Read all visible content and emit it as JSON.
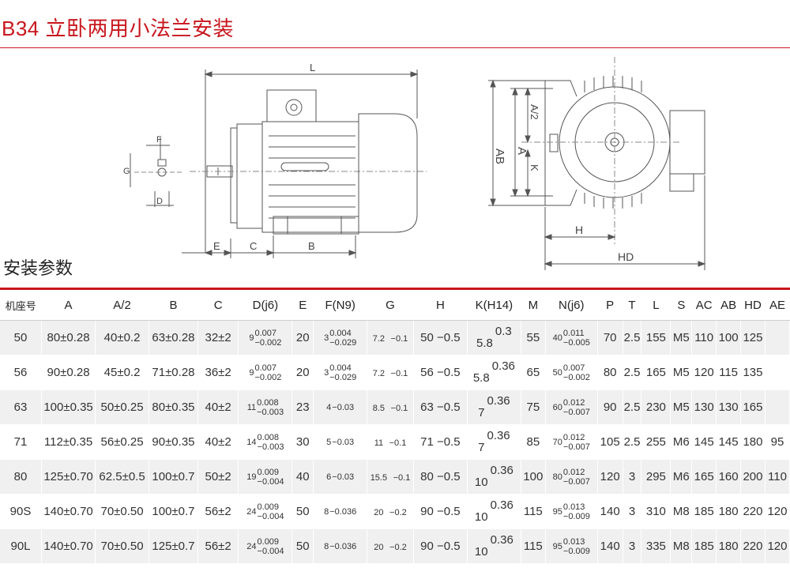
{
  "title": "B34 立卧两用小法兰安装",
  "subtitle": "安装参数",
  "drawing": {
    "left_labels": {
      "L": "L",
      "F": "F",
      "G": "G",
      "D": "D",
      "E": "E",
      "C": "C",
      "B": "B"
    },
    "right_labels": {
      "AB": "AB",
      "A": "A",
      "A2": "A/2",
      "K": "K",
      "H": "H",
      "HD": "HD"
    }
  },
  "table": {
    "headers": [
      "机座号",
      "A",
      "A/2",
      "B",
      "C",
      "D(j6)",
      "E",
      "F(N9)",
      "G",
      "H",
      "K(H14)",
      "M",
      "N(j6)",
      "P",
      "T",
      "L",
      "S",
      "AC",
      "AB",
      "HD",
      "AE"
    ],
    "rows": [
      {
        "frame": "50",
        "A": "80±0.28",
        "A2": "40±0.2",
        "B": "63±0.28",
        "C": "32±2",
        "D": {
          "base": "9",
          "up": "0.007",
          "down": "−0.002"
        },
        "E": "20",
        "F": {
          "base": "3",
          "up": "0.004",
          "down": "−0.029"
        },
        "G": {
          "base": "7.2",
          "tol": "−0.1"
        },
        "H": "50 −0.5",
        "K": {
          "base": "5.8",
          "sup": "0.3"
        },
        "M": "55",
        "N": {
          "base": "40",
          "up": "0.011",
          "down": "−0.005"
        },
        "P": "70",
        "T": "2.5",
        "L": "155",
        "S": "M5",
        "AC": "110",
        "AB": "100",
        "HD": "125",
        "AE": ""
      },
      {
        "frame": "56",
        "A": "90±0.28",
        "A2": "45±0.2",
        "B": "71±0.28",
        "C": "36±2",
        "D": {
          "base": "9",
          "up": "0.007",
          "down": "−0.002"
        },
        "E": "20",
        "F": {
          "base": "3",
          "up": "0.004",
          "down": "−0.029"
        },
        "G": {
          "base": "7.2",
          "tol": "−0.1"
        },
        "H": "56 −0.5",
        "K": {
          "base": "5.8",
          "sup": "0.36"
        },
        "M": "65",
        "N": {
          "base": "50",
          "up": "0.007",
          "down": "−0.002"
        },
        "P": "80",
        "T": "2.5",
        "L": "165",
        "S": "M5",
        "AC": "120",
        "AB": "115",
        "HD": "135",
        "AE": ""
      },
      {
        "frame": "63",
        "A": "100±0.35",
        "A2": "50±0.25",
        "B": "80±0.35",
        "C": "40±2",
        "D": {
          "base": "11",
          "up": "0.008",
          "down": "−0.003"
        },
        "E": "23",
        "F": {
          "base": "4",
          "up": "",
          "down": "−0.03"
        },
        "G": {
          "base": "8.5",
          "tol": "−0.1"
        },
        "H": "63 −0.5",
        "K": {
          "base": "7",
          "sup": "0.36"
        },
        "M": "75",
        "N": {
          "base": "60",
          "up": "0.012",
          "down": "−0.007"
        },
        "P": "90",
        "T": "2.5",
        "L": "230",
        "S": "M5",
        "AC": "130",
        "AB": "130",
        "HD": "165",
        "AE": ""
      },
      {
        "frame": "71",
        "A": "112±0.35",
        "A2": "56±0.25",
        "B": "90±0.35",
        "C": "40±2",
        "D": {
          "base": "14",
          "up": "0.008",
          "down": "−0.003"
        },
        "E": "30",
        "F": {
          "base": "5",
          "up": "",
          "down": "−0.03"
        },
        "G": {
          "base": "11",
          "tol": "−0.1"
        },
        "H": "71 −0.5",
        "K": {
          "base": "7",
          "sup": "0.36"
        },
        "M": "85",
        "N": {
          "base": "70",
          "up": "0.012",
          "down": "−0.007"
        },
        "P": "105",
        "T": "2.5",
        "L": "255",
        "S": "M6",
        "AC": "145",
        "AB": "145",
        "HD": "180",
        "AE": "95"
      },
      {
        "frame": "80",
        "A": "125±0.70",
        "A2": "62.5±0.5",
        "B": "100±0.7",
        "C": "50±2",
        "D": {
          "base": "19",
          "up": "0.009",
          "down": "−0.004"
        },
        "E": "40",
        "F": {
          "base": "6",
          "up": "",
          "down": "−0.03"
        },
        "G": {
          "base": "15.5",
          "tol": "−0.1"
        },
        "H": "80 −0.5",
        "K": {
          "base": "10",
          "sup": "0.36"
        },
        "M": "100",
        "N": {
          "base": "80",
          "up": "0.012",
          "down": "−0.007"
        },
        "P": "120",
        "T": "3",
        "L": "295",
        "S": "M6",
        "AC": "165",
        "AB": "160",
        "HD": "200",
        "AE": "110"
      },
      {
        "frame": "90S",
        "A": "140±0.70",
        "A2": "70±0.50",
        "B": "100±0.7",
        "C": "56±2",
        "D": {
          "base": "24",
          "up": "0.009",
          "down": "−0.004"
        },
        "E": "50",
        "F": {
          "base": "8",
          "up": "",
          "down": "−0.036"
        },
        "G": {
          "base": "20",
          "tol": "−0.2"
        },
        "H": "90 −0.5",
        "K": {
          "base": "10",
          "sup": "0.36"
        },
        "M": "115",
        "N": {
          "base": "95",
          "up": "0.013",
          "down": "−0.009"
        },
        "P": "140",
        "T": "3",
        "L": "310",
        "S": "M8",
        "AC": "185",
        "AB": "180",
        "HD": "220",
        "AE": "120"
      },
      {
        "frame": "90L",
        "A": "140±0.70",
        "A2": "70±0.50",
        "B": "125±0.7",
        "C": "56±2",
        "D": {
          "base": "24",
          "up": "0.009",
          "down": "−0.004"
        },
        "E": "50",
        "F": {
          "base": "8",
          "up": "",
          "down": "−0.036"
        },
        "G": {
          "base": "20",
          "tol": "−0.2"
        },
        "H": "90 −0.5",
        "K": {
          "base": "10",
          "sup": "0.36"
        },
        "M": "115",
        "N": {
          "base": "95",
          "up": "0.013",
          "down": "−0.009"
        },
        "P": "140",
        "T": "3",
        "L": "335",
        "S": "M8",
        "AC": "185",
        "AB": "180",
        "HD": "220",
        "AE": "120"
      }
    ]
  },
  "colors": {
    "accent": "#c8161d",
    "row_shade": "#f0f0f0",
    "line": "#555555"
  }
}
